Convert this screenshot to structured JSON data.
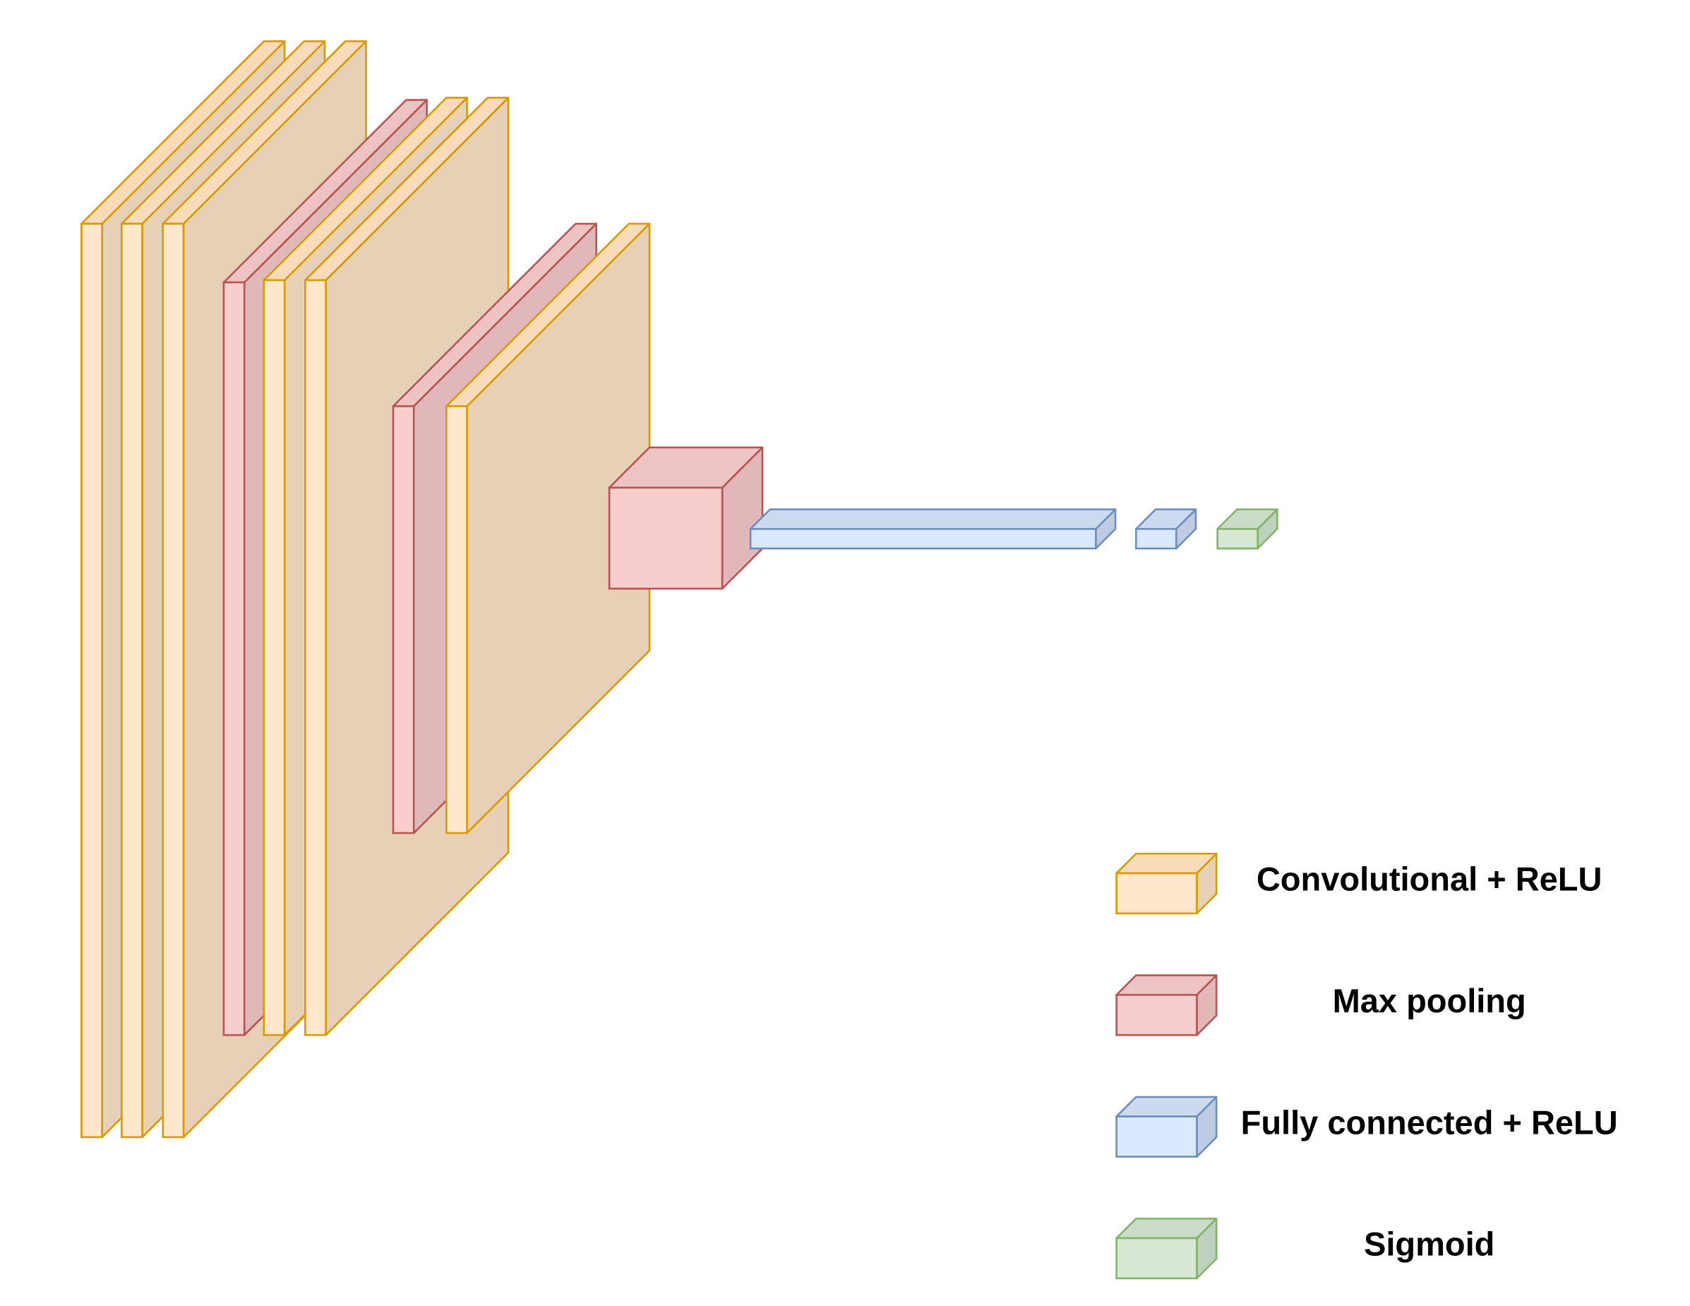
{
  "palette": {
    "conv": {
      "front": "#ffe6cc",
      "top": "#f8dbb8",
      "side": "#e6d0b6",
      "stroke": "#d79b00"
    },
    "pool": {
      "front": "#f8cecc",
      "top": "#eec3c3",
      "side": "#e0b8b9",
      "stroke": "#b85450"
    },
    "fc": {
      "front": "#dae8fc",
      "top": "#ccdaf0",
      "side": "#bfcbe2",
      "stroke": "#6c8ebf"
    },
    "sigmoid": {
      "front": "#d5e8d4",
      "top": "#c8dcc7",
      "side": "#bdd1bd",
      "stroke": "#82b366"
    }
  },
  "layers": [
    {
      "type": "conv"
    },
    {
      "type": "conv"
    },
    {
      "type": "conv"
    },
    {
      "type": "pool"
    },
    {
      "type": "conv"
    },
    {
      "type": "conv"
    },
    {
      "type": "pool"
    },
    {
      "type": "conv"
    },
    {
      "type": "pool"
    },
    {
      "type": "fc"
    },
    {
      "type": "fc"
    },
    {
      "type": "sigmoid"
    }
  ],
  "legend": [
    {
      "type": "conv",
      "label": "Convolutional + ReLU"
    },
    {
      "type": "pool",
      "label": "Max pooling"
    },
    {
      "type": "fc",
      "label": "Fully connected + ReLU"
    },
    {
      "type": "sigmoid",
      "label": "Sigmoid"
    }
  ]
}
